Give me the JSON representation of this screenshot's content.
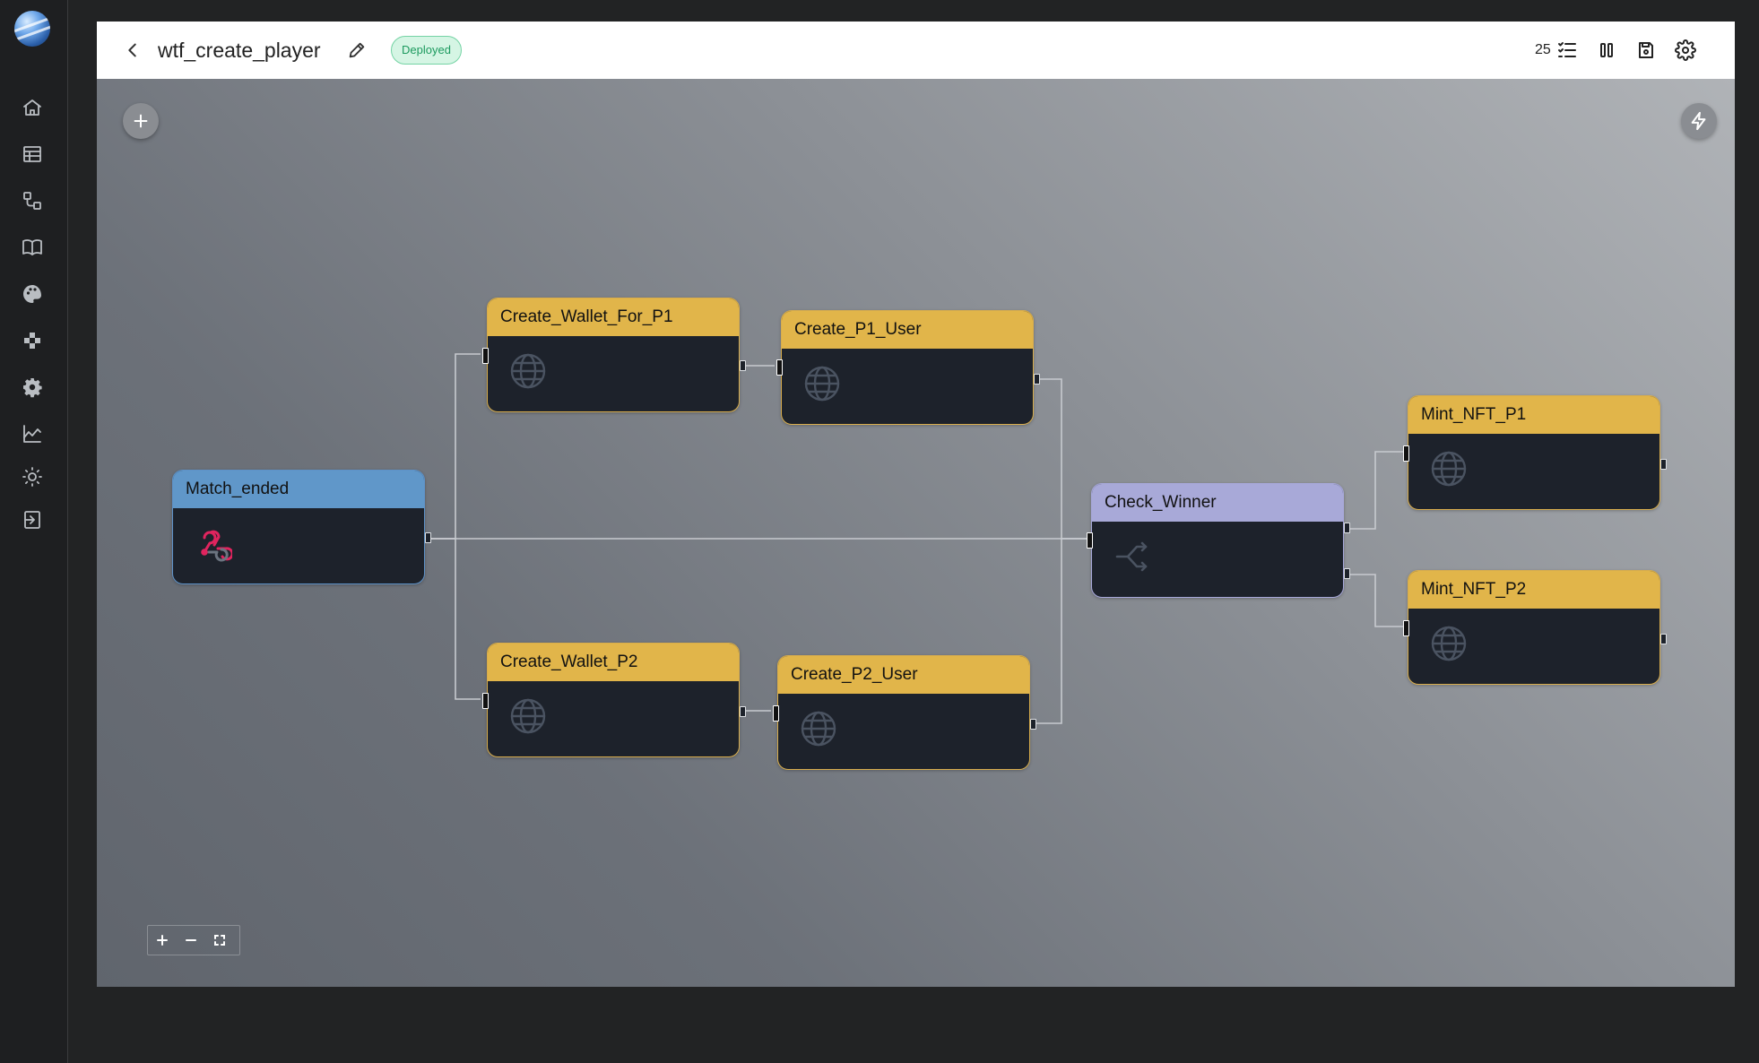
{
  "sidebar": {
    "logo": "globe-logo",
    "items": [
      {
        "icon": "home-icon"
      },
      {
        "icon": "table-icon"
      },
      {
        "icon": "workflow-icon"
      },
      {
        "icon": "book-icon"
      },
      {
        "icon": "palette-icon"
      },
      {
        "icon": "gamepad-icon"
      },
      {
        "icon": "gear-icon"
      },
      {
        "icon": "analytics-icon"
      },
      {
        "icon": "sun-icon"
      },
      {
        "icon": "logout-icon"
      }
    ]
  },
  "header": {
    "title": "wtf_create_player",
    "status": "Deployed",
    "count": "25",
    "icons": [
      "checklist-icon",
      "pause-icon",
      "save-icon",
      "settings-icon"
    ]
  },
  "nodes": [
    {
      "id": "match_ended",
      "label": "Match_ended",
      "kind": "trigger",
      "icon": "webhook-icon"
    },
    {
      "id": "create_wallet_for_p1",
      "label": "Create_Wallet_For_P1",
      "kind": "http",
      "icon": "globe-icon"
    },
    {
      "id": "create_p1_user",
      "label": "Create_P1_User",
      "kind": "http",
      "icon": "globe-icon"
    },
    {
      "id": "create_wallet_p2",
      "label": "Create_Wallet_P2",
      "kind": "http",
      "icon": "globe-icon"
    },
    {
      "id": "create_p2_user",
      "label": "Create_P2_User",
      "kind": "http",
      "icon": "globe-icon"
    },
    {
      "id": "check_winner",
      "label": "Check_Winner",
      "kind": "condition",
      "icon": "branch-icon"
    },
    {
      "id": "mint_nft_p1",
      "label": "Mint_NFT_P1",
      "kind": "http",
      "icon": "globe-icon"
    },
    {
      "id": "mint_nft_p2",
      "label": "Mint_NFT_P2",
      "kind": "http",
      "icon": "globe-icon"
    }
  ],
  "edges": [
    [
      "match_ended",
      "create_wallet_for_p1"
    ],
    [
      "match_ended",
      "create_wallet_p2"
    ],
    [
      "match_ended",
      "check_winner"
    ],
    [
      "create_wallet_for_p1",
      "create_p1_user"
    ],
    [
      "create_wallet_p2",
      "create_p2_user"
    ],
    [
      "create_p1_user",
      "check_winner"
    ],
    [
      "create_p2_user",
      "check_winner"
    ],
    [
      "check_winner",
      "mint_nft_p1"
    ],
    [
      "check_winner",
      "mint_nft_p2"
    ]
  ],
  "colors": {
    "http_node": "#e1b54a",
    "trigger_node": "#6097c9",
    "condition_node": "#a8a9d8",
    "node_body": "#1d222b",
    "status_green": "#1d9a5f",
    "webhook_icon": "#e0245e"
  },
  "canvas_controls": {
    "add_icon": "plus-icon",
    "trigger_icon": "lightning-icon",
    "zoom_in_icon": "plus-icon",
    "zoom_out_icon": "minus-icon",
    "fit_view_icon": "fit-view-icon"
  }
}
